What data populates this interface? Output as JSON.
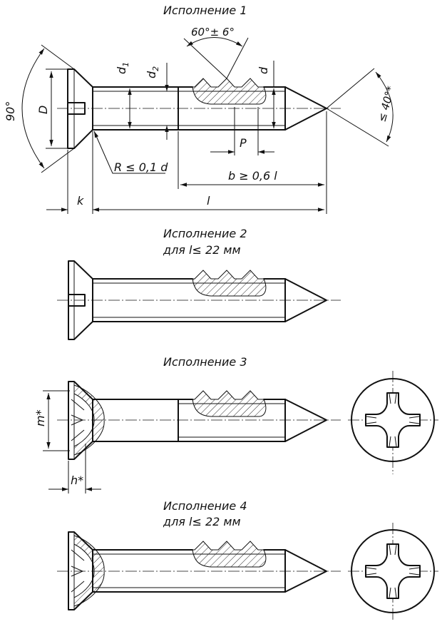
{
  "views": [
    {
      "title": "Исполнение 1"
    },
    {
      "title": "Исполнение 2",
      "subtitle": "для l≤ 22 мм"
    },
    {
      "title": "Исполнение 3"
    },
    {
      "title": "Исполнение 4",
      "subtitle": "для l≤ 22 мм"
    }
  ],
  "dimensions": {
    "thread_angle": "60°± 6°",
    "head_angle": "90°",
    "tip_angle": "≤ 40°*",
    "head_diameter": "D",
    "d1": "d",
    "d1_sub": "1",
    "d2": "d",
    "d2_sub": "2",
    "d": "d",
    "pitch": "P",
    "radius": "R ≤ 0,1 d",
    "thread_length": "b ≥ 0,6 l",
    "head_height": "k",
    "length": "l",
    "recess_m": "m*",
    "recess_h": "h*"
  }
}
